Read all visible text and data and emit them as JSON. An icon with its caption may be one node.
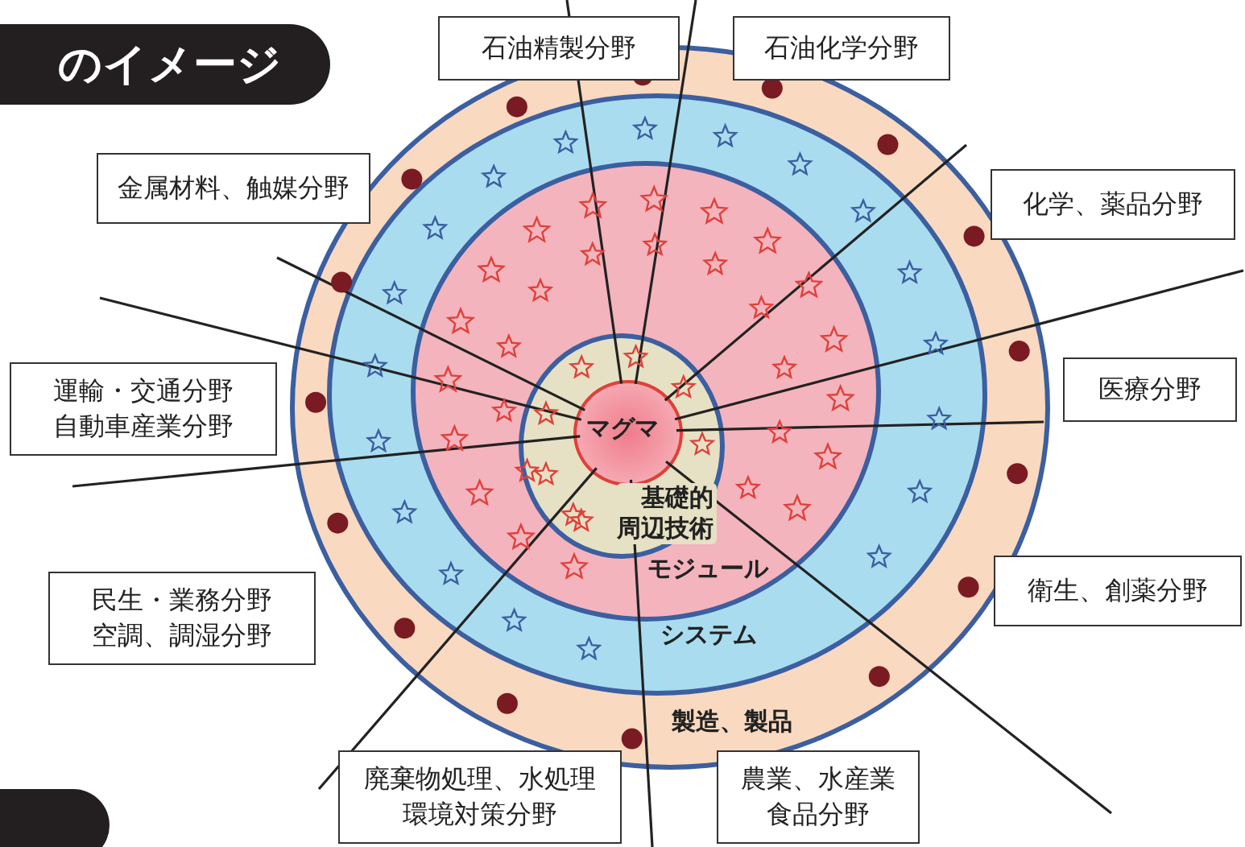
{
  "diagram": {
    "nodes": [
      {
        "text": [
          "製造、製品"
        ]
      },
      {
        "text": [
          "システム"
        ],
        "in": 0
      },
      {
        "text": [
          "モジュール"
        ],
        "in": 1
      },
      {
        "text": [
          "基礎的周辺技術"
        ],
        "in": 2
      },
      {
        "text": [
          "マグマ"
        ],
        "in": 3
      },
      {
        "text": [
          "石油精製分野"
        ]
      },
      {
        "text": [
          "石油化学分野"
        ]
      },
      {
        "text": [
          "金属材料、触媒分野"
        ]
      },
      {
        "text": [
          "化学、薬品分野"
        ]
      },
      {
        "text": [
          "運輸・交通分野自動車産業分野"
        ]
      },
      {
        "text": [
          "医療分野"
        ]
      },
      {
        "text": [
          "衛生、創薬分野"
        ]
      },
      {
        "text": [
          "民生・業務分野空調、調湿分野"
        ]
      },
      {
        "text": [
          "廃棄物処理、水処理環境対策分野"
        ]
      },
      {
        "text": [
          "農業、水産業食品分野"
        ]
      }
    ],
    "edges": [],
    "labels": [
      "のイメージ"
    ]
  }
}
